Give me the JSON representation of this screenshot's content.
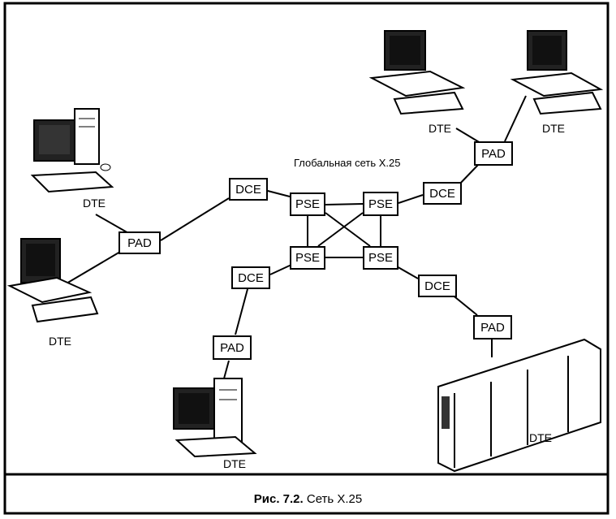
{
  "diagram": {
    "network_title": "Глобальная сеть X.25",
    "caption_bold": "Рис. 7.2.",
    "caption_text": "Сеть X.25",
    "nodes": {
      "dte_top_left": "DTE",
      "dte_mid_left": "DTE",
      "dte_top_right_1": "DTE",
      "dte_top_right_2": "DTE",
      "dte_bottom": "DTE",
      "dte_rack": "DTE",
      "pad_left": "PAD",
      "pad_top_right": "PAD",
      "pad_bottom": "PAD",
      "pad_bottom_right": "PAD",
      "dce_left": "DCE",
      "dce_right": "DCE",
      "dce_bottom": "DCE",
      "dce_bottom_right": "DCE",
      "pse_1": "PSE",
      "pse_2": "PSE",
      "pse_3": "PSE",
      "pse_4": "PSE"
    }
  }
}
